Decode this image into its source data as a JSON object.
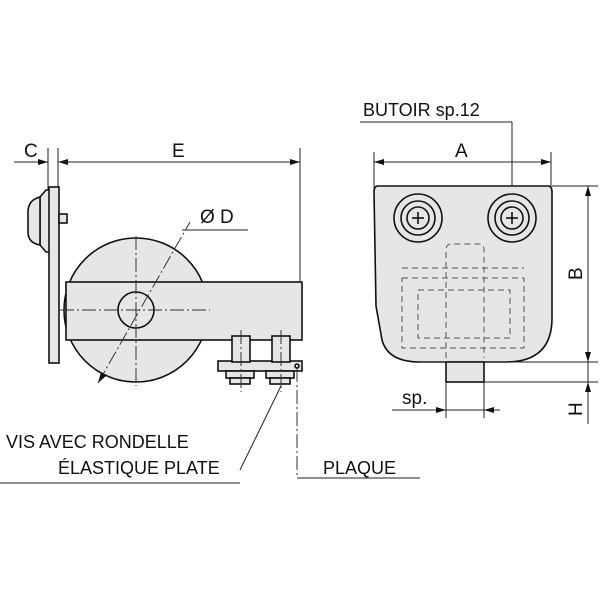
{
  "labels": {
    "dim_c": "C",
    "dim_e": "E",
    "dim_d": "D",
    "dim_d_symbol": "Ø",
    "dim_a": "A",
    "dim_b": "B",
    "dim_h": "H",
    "dim_sp": "sp.",
    "butoir": "BUTOIR sp.12",
    "vis_line1": "VIS AVEC RONDELLE",
    "vis_line2": "ÉLASTIQUE PLATE",
    "plaque": "PLAQUE"
  },
  "colors": {
    "line": "#111111",
    "part_fill": "#e6e6e6",
    "background": "#ffffff"
  }
}
